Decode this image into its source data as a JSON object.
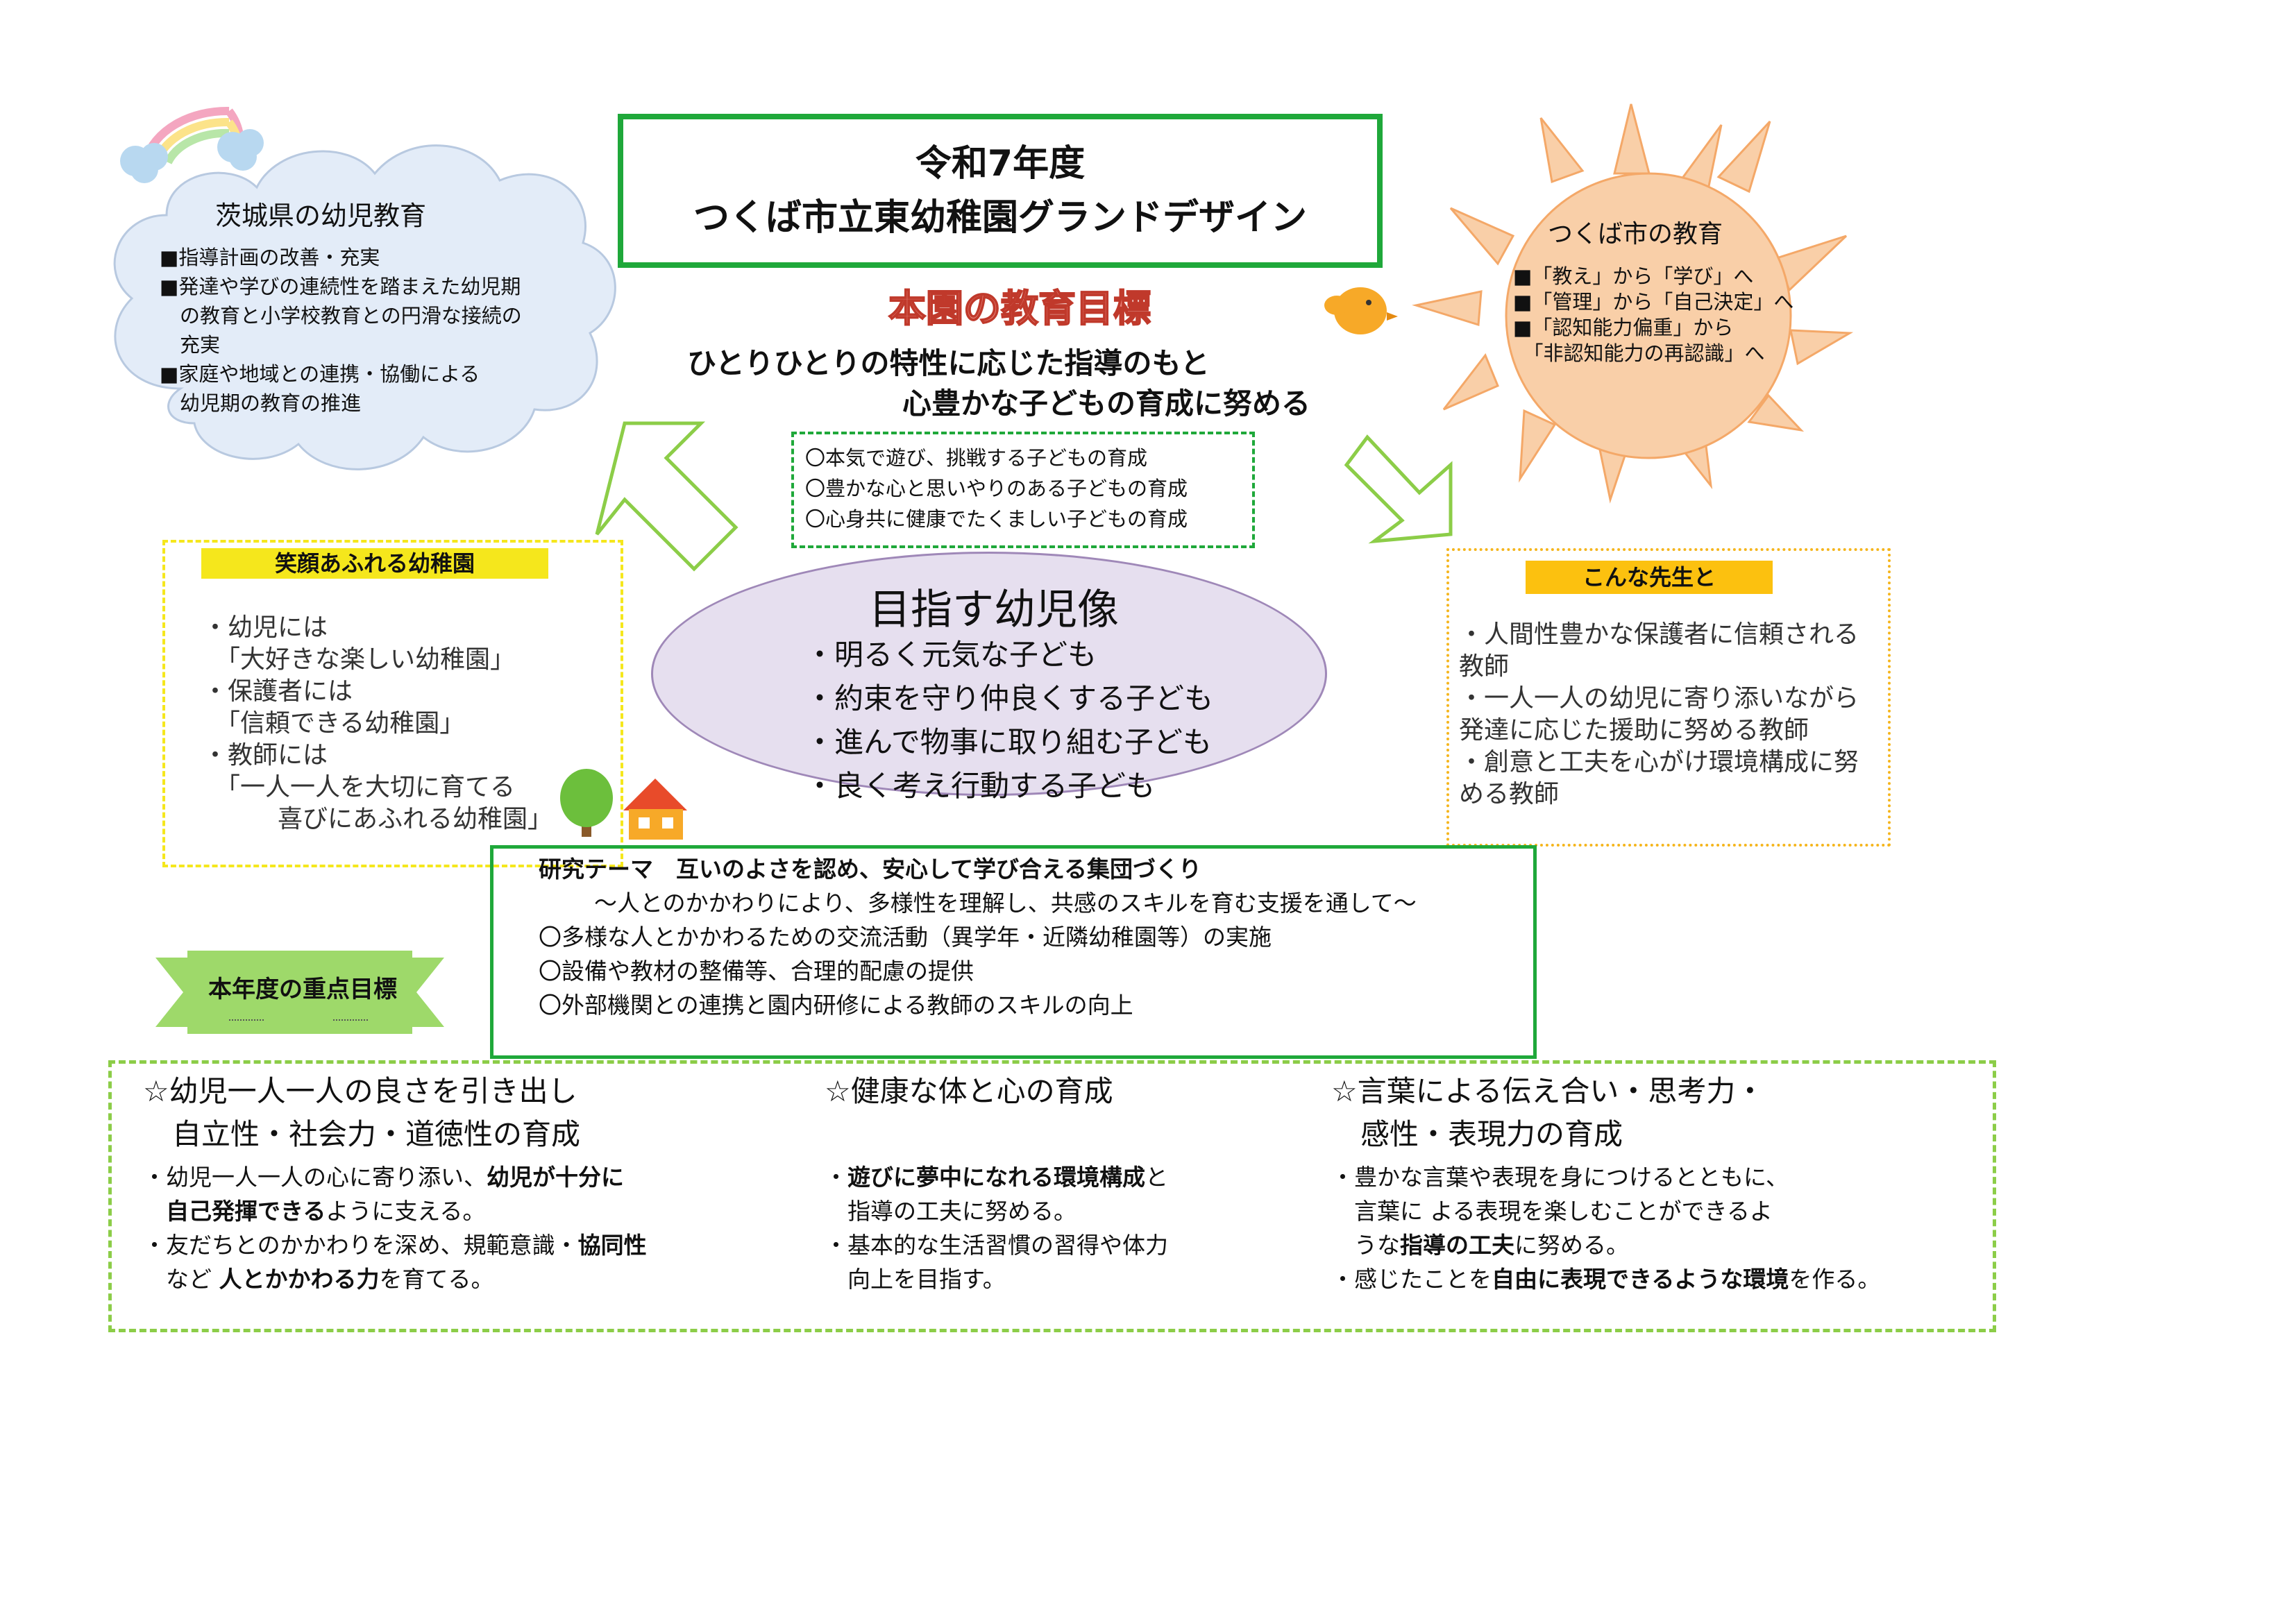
{
  "title": {
    "line1": "令和7年度",
    "line2": "つくば市立東幼稚園グランドデザイン"
  },
  "cloud": {
    "heading": "茨城県の幼児教育",
    "lines": [
      "■指導計画の改善・充実",
      "■発達や学びの連続性を踏まえた幼児期",
      "　の教育と小学校教育との円滑な接続の",
      "　充実",
      "■家庭や地域との連携・協働による",
      "　幼児期の教育の推進"
    ]
  },
  "sun": {
    "heading": "つくば市の教育",
    "lines": [
      "■「教え」から「学び」へ",
      "■「管理」から「自己決定」へ",
      "■「認知能力偏重」から",
      "　「非認知能力の再認識」へ"
    ]
  },
  "goal": {
    "heading": "本園の教育目標",
    "line1": "ひとりひとりの特性に応じた指導のもと",
    "line2": "心豊かな子どもの育成に努める",
    "items": [
      "〇本気で遊び、挑戦する子どもの育成",
      "〇豊かな心と思いやりのある子どもの育成",
      "〇心身共に健康でたくましい子どもの育成"
    ]
  },
  "ideal": {
    "heading": "目指す幼児像",
    "items": [
      "・明るく元気な子ども",
      "・約束を守り仲良くする子ども",
      "・進んで物事に取り組む子ども",
      "・良く考え行動する子ども"
    ]
  },
  "kindergarten": {
    "label": "笑顔あふれる幼稚園",
    "lines": [
      "・幼児には",
      "　「大好きな楽しい幼稚園」",
      "・保護者には",
      "　「信頼できる幼稚園」",
      "・教師には",
      "　「一人一人を大切に育てる",
      "　　　喜びにあふれる幼稚園」"
    ]
  },
  "teacher": {
    "label": "こんな先生と",
    "lines": [
      "・人間性豊かな保護者に信頼される",
      "教師",
      "・一人一人の幼児に寄り添いながら",
      "発達に応じた援助に努める教師",
      "・創意と工夫を心がけ環境構成に努",
      "める教師"
    ]
  },
  "research": {
    "theme": "研究テーマ　互いのよさを認め、安心して学び合える集団づくり",
    "subtitle": "～人とのかかわりにより、多様性を理解し、共感のスキルを育む支援を通して～",
    "items": [
      "〇多様な人とかかわるための交流活動（異学年・近隣幼稚園等）の実施",
      "〇設備や教材の整備等、合理的配慮の提供",
      "〇外部機関との連携と園内研修による教師のスキルの向上"
    ]
  },
  "focus": {
    "label": "本年度の重点目標",
    "col1": {
      "heading1": "☆幼児一人一人の良さを引き出し",
      "heading2": "　自立性・社会力・道徳性の育成",
      "b1a": "・幼児一人一人の心に寄り添い、",
      "b1b": "幼児が十分に",
      "b2a": "　",
      "b2b": "自己発揮できる",
      "b2c": "ように支える。",
      "b3a": "・友だちとのかかわりを深め、規範意識・",
      "b3b": "協同性",
      "b4a": "　など ",
      "b4b": "人とかかわる力",
      "b4c": "を育てる。"
    },
    "col2": {
      "heading1": "☆健康な体と心の育成",
      "b1a": "・",
      "b1b": "遊びに夢中になれる環境構成",
      "b1c": "と",
      "b2": "　指導の工夫に努める。",
      "b3": "・基本的な生活習慣の習得や体力",
      "b4": "　向上を目指す。"
    },
    "col3": {
      "heading1": "☆言葉による伝え合い・思考力・",
      "heading2": "　感性・表現力の育成",
      "b1": "・豊かな言葉や表現を身につけるとともに、",
      "b2": "　言葉に よる表現を楽しむことができるよ",
      "b3a": "　うな",
      "b3b": "指導の工夫",
      "b3c": "に努める。",
      "b4a": "・感じたことを",
      "b4b": "自由に表現できるような環境",
      "b4c": "を作る。"
    }
  }
}
